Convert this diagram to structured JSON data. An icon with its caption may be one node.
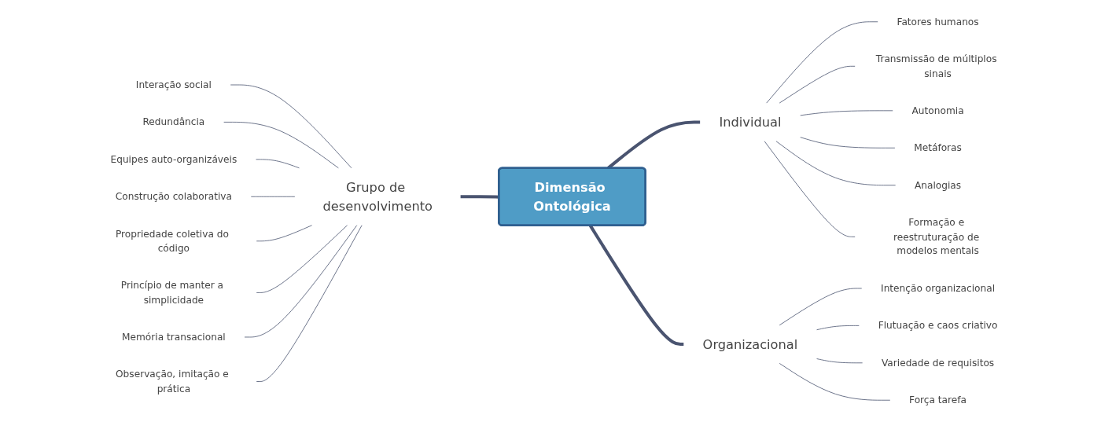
{
  "diagram": {
    "nodes": [
      {
        "text": [
          "Dimensão Ontológica"
        ]
      },
      {
        "text": [
          "Grupo de desenvolvimento"
        ]
      },
      {
        "text": [
          "Interação social"
        ]
      },
      {
        "text": [
          "Redundância"
        ]
      },
      {
        "text": [
          "Equipes auto-organizáveis"
        ]
      },
      {
        "text": [
          "Construção colaborativa"
        ]
      },
      {
        "text": [
          "Propriedade coletiva do código"
        ]
      },
      {
        "text": [
          "Princípio de manter a simplicidade"
        ]
      },
      {
        "text": [
          "Memória transacional"
        ]
      },
      {
        "text": [
          "Observação, imitação e prática"
        ]
      },
      {
        "text": [
          "Individual"
        ]
      },
      {
        "text": [
          "Fatores humanos"
        ]
      },
      {
        "text": [
          "Transmissão de múltiplos sinais"
        ]
      },
      {
        "text": [
          "Autonomia"
        ]
      },
      {
        "text": [
          "Metáforas"
        ]
      },
      {
        "text": [
          "Analogias"
        ]
      },
      {
        "text": [
          "Formação e reestruturação de modelos mentais"
        ]
      },
      {
        "text": [
          "Organizacional"
        ]
      },
      {
        "text": [
          "Intenção organizacional"
        ]
      },
      {
        "text": [
          "Flutuação e caos criativo"
        ]
      },
      {
        "text": [
          "Variedade de requisitos"
        ]
      },
      {
        "text": [
          "Força tarefa"
        ]
      }
    ],
    "edges": [
      {
        "from": 1,
        "to": 0,
        "arrow": "none",
        "style": "thick"
      },
      {
        "from": 2,
        "to": 1,
        "arrow": "none"
      },
      {
        "from": 3,
        "to": 1,
        "arrow": "none"
      },
      {
        "from": 4,
        "to": 1,
        "arrow": "none"
      },
      {
        "from": 5,
        "to": 1,
        "arrow": "none"
      },
      {
        "from": 6,
        "to": 1,
        "arrow": "none"
      },
      {
        "from": 7,
        "to": 1,
        "arrow": "none"
      },
      {
        "from": 8,
        "to": 1,
        "arrow": "none"
      },
      {
        "from": 9,
        "to": 1,
        "arrow": "none"
      },
      {
        "from": 0,
        "to": 10,
        "arrow": "none",
        "style": "thick"
      },
      {
        "from": 10,
        "to": 11,
        "arrow": "none"
      },
      {
        "from": 10,
        "to": 12,
        "arrow": "none"
      },
      {
        "from": 10,
        "to": 13,
        "arrow": "none"
      },
      {
        "from": 10,
        "to": 14,
        "arrow": "none"
      },
      {
        "from": 10,
        "to": 15,
        "arrow": "none"
      },
      {
        "from": 10,
        "to": 16,
        "arrow": "none"
      },
      {
        "from": 0,
        "to": 17,
        "arrow": "none",
        "style": "thick"
      },
      {
        "from": 17,
        "to": 18,
        "arrow": "none"
      },
      {
        "from": 17,
        "to": 19,
        "arrow": "none"
      },
      {
        "from": 17,
        "to": 20,
        "arrow": "none"
      },
      {
        "from": 17,
        "to": 21,
        "arrow": "none"
      }
    ]
  }
}
